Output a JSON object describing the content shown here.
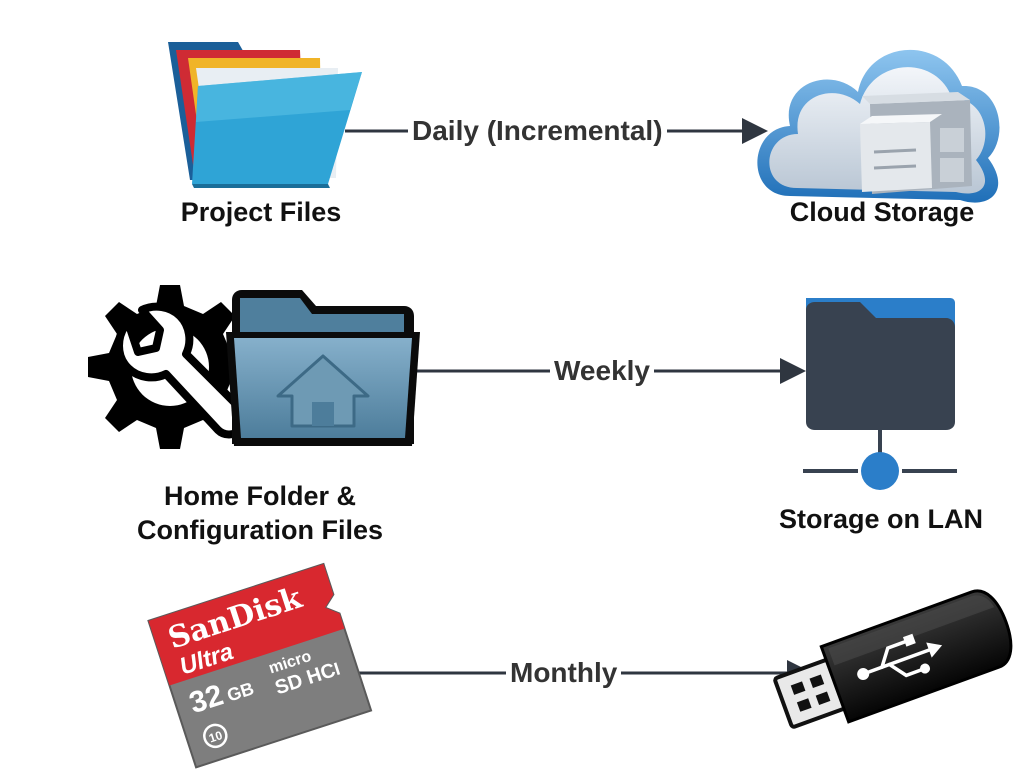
{
  "rows": [
    {
      "source": {
        "label": "Project Files",
        "icon": "folder-files-icon"
      },
      "frequency": "Daily (Incremental)",
      "target": {
        "label": "Cloud Storage",
        "icon": "cloud-storage-icon"
      }
    },
    {
      "source": {
        "label_line1": "Home Folder &",
        "label_line2": "Configuration Files",
        "icon": "gear-home-folder-icon"
      },
      "frequency": "Weekly",
      "target": {
        "label": "Storage on LAN",
        "icon": "network-folder-icon"
      }
    },
    {
      "source": {
        "icon": "microsd-card-icon",
        "card_brand": "SanDisk",
        "card_line": "Ultra",
        "card_capacity": "32",
        "card_unit": "GB",
        "card_type": "micro",
        "card_hc": "SD HC",
        "card_class": "10",
        "card_uhs": "I"
      },
      "frequency": "Monthly",
      "target": {
        "icon": "usb-drive-icon"
      }
    }
  ],
  "colors": {
    "connector": "#2f3640",
    "label_text": "#111111",
    "sd_red": "#d8282f",
    "sd_grey": "#8a8a8a",
    "usb_body": "#141414",
    "folder_blue": "#2b7ec9",
    "folder_dark": "#384250",
    "home_folder": "#6f9cb8"
  }
}
